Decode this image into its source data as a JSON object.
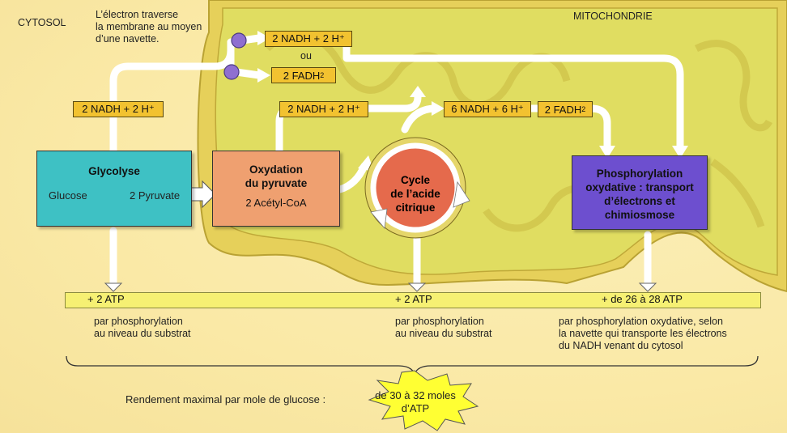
{
  "labels": {
    "cytosol": "CYTOSOL",
    "mitochondrion": "MITOCHONDRIE",
    "shuttle_note_1": "L’électron traverse",
    "shuttle_note_2": "la membrane au moyen",
    "shuttle_note_3": "d’une navette.",
    "or": "ou"
  },
  "tags": {
    "nadh_shuttle": "2 NADH + 2 H⁺",
    "fadh2_shuttle": "2 FADH",
    "sub2_a": "2",
    "nadh_glycolysis": "2 NADH + 2 H⁺",
    "nadh_pyruvate": "2 NADH + 2 H⁺",
    "nadh_krebs": "6 NADH + 6 H⁺",
    "fadh2_krebs": "2 FADH",
    "sub2_b": "2"
  },
  "boxes": {
    "glycolysis_title": "Glycolyse",
    "glucose": "Glucose",
    "pyruvate": "2 Pyruvate",
    "oxidation_title_1": "Oxydation",
    "oxidation_title_2": "du pyruvate",
    "acetyl_coa": "2 Acétyl-CoA",
    "krebs_1": "Cycle",
    "krebs_2": "de l’acide",
    "krebs_3": "citrique",
    "oxphos_1": "Phosphorylation",
    "oxphos_2": "oxydative : transport",
    "oxphos_3": "d’électrons et",
    "oxphos_4": "chimiosmose"
  },
  "atp": {
    "glycolysis": "+ 2 ATP",
    "krebs": "+ 2 ATP",
    "oxphos": "+ de 26 à 28 ATP"
  },
  "notes": {
    "glycolysis_1": "par phosphorylation",
    "glycolysis_2": "au niveau du substrat",
    "krebs_1": "par phosphorylation",
    "krebs_2": "au niveau du substrat",
    "oxphos_1": "par phosphorylation oxydative, selon",
    "oxphos_2": "la navette qui transporte les électrons",
    "oxphos_3": "du NADH venant du cytosol"
  },
  "total": {
    "label": "Rendement maximal par mole de glucose :",
    "value_1": "de 30 à 32 moles",
    "value_2": "d’ATP"
  },
  "colors": {
    "glycolysis": "#3ec1c4",
    "pyruvate_oxidation": "#efa070",
    "citric_acid_cycle": "#e56a4c",
    "oxidative_phosphorylation": "#6d4fcf",
    "electron_carrier_tag": "#f2c230",
    "atp_bar": "#f6f073",
    "mitochondrion": "#e6d05a",
    "shuttle": "#8f6fd0",
    "starburst": "#ffff33"
  }
}
